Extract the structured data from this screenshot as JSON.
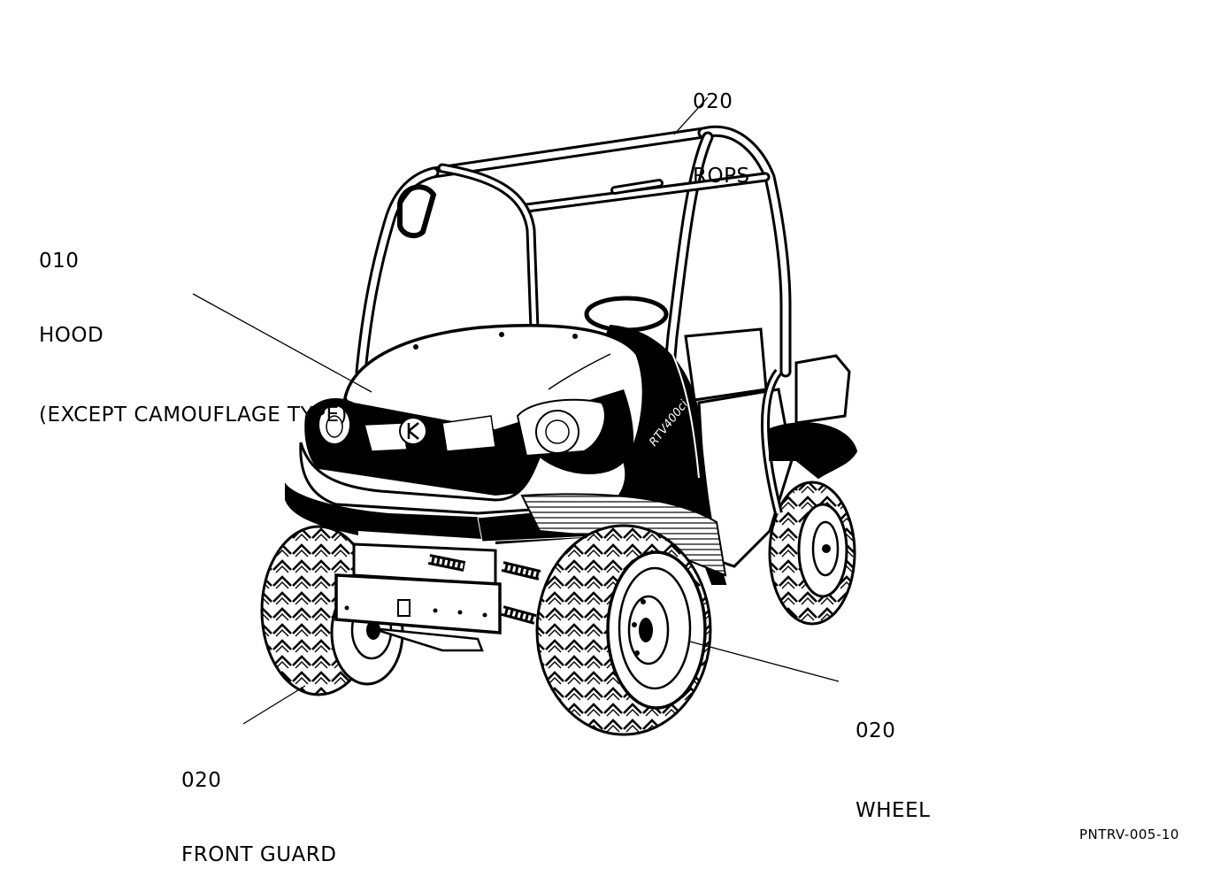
{
  "callouts": {
    "rops": {
      "code": "020",
      "name": "ROPS"
    },
    "hood": {
      "code": "010",
      "name": "HOOD",
      "note": "(EXCEPT CAMOUFLAGE TYPE)"
    },
    "front_guard": {
      "code": "020",
      "name": "FRONT GUARD"
    },
    "wheel": {
      "code": "020",
      "name": "WHEEL"
    }
  },
  "figure_code": "PNTRV-005-10",
  "vehicle_badge": "RTV400ci"
}
